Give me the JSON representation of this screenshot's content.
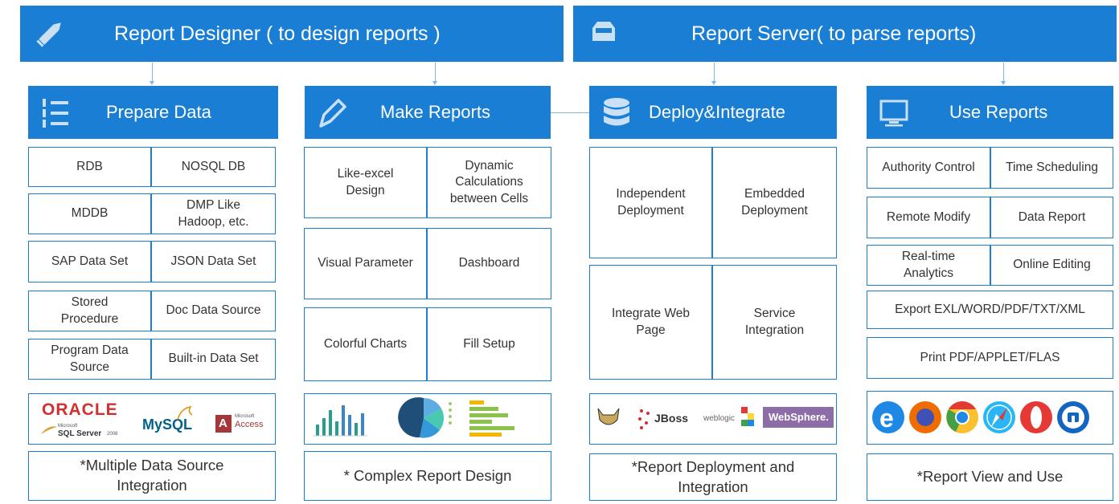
{
  "banners": {
    "designer": {
      "title": "Report Designer ( to design reports )",
      "icon": "pencil-icon"
    },
    "server": {
      "title": "Report Server( to parse reports)",
      "icon": "inbox-tray-icon"
    }
  },
  "columns": {
    "prepare": {
      "title": "Prepare Data",
      "icon": "numbered-list-icon",
      "rows": [
        [
          "RDB",
          "NOSQL DB"
        ],
        [
          "MDDB",
          "DMP Like\nHadoop, etc."
        ],
        [
          "SAP Data Set",
          "JSON Data Set"
        ],
        [
          "Stored\nProcedure",
          "Doc Data Source"
        ],
        [
          "Program Data\nSource",
          "Built-in Data Set"
        ]
      ],
      "logos": {
        "oracle": "ORACLE",
        "sqlserver_small": "Microsoft",
        "sqlserver": "SQL Server",
        "sqlserver_year": "2008",
        "mysql": "MySQL",
        "access_small": "Microsoft",
        "access": "Access",
        "access_letter": "A"
      },
      "footer": "*Multiple Data Source\nIntegration"
    },
    "make": {
      "title": "Make Reports",
      "icon": "pen-nib-icon",
      "rows": [
        [
          "Like-excel\nDesign",
          "Dynamic\nCalculations\nbetween Cells"
        ],
        [
          "Visual Parameter",
          "Dashboard"
        ],
        [
          "Colorful Charts",
          "Fill Setup"
        ]
      ],
      "footer": "* Complex Report Design"
    },
    "deploy": {
      "title": "Deploy&Integrate",
      "icon": "database-icon",
      "rows": [
        [
          "Independent\nDeployment",
          "Embedded\nDeployment"
        ],
        [
          "Integrate Web\nPage",
          "Service\nIntegration"
        ]
      ],
      "logos": {
        "jboss": "JBoss",
        "weblogic": "weblogic",
        "websphere": "WebSphere."
      },
      "footer": "*Report Deployment and\nIntegration"
    },
    "use": {
      "title": "Use Reports",
      "icon": "monitor-icon",
      "rows": [
        [
          "Authority Control",
          "Time Scheduling"
        ],
        [
          "Remote Modify",
          "Data Report"
        ],
        [
          "Real-time\nAnalytics",
          "Online Editing"
        ],
        [
          "Export EXL/WORD/PDF/TXT/XML"
        ],
        [
          "Print PDF/APPLET/FLAS"
        ]
      ],
      "footer": "*Report View and Use"
    }
  },
  "colors": {
    "primary": "#1a7fd4",
    "connector": "#7fb6e6",
    "text": "#333333"
  }
}
